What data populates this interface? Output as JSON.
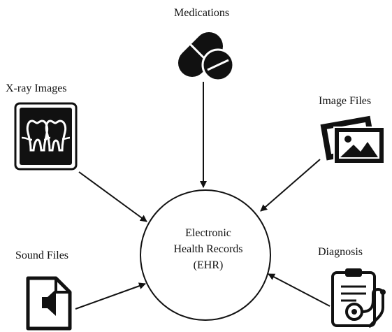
{
  "center": {
    "line1": "Electronic",
    "line2": "Health Records",
    "line3": "(EHR)"
  },
  "sources": [
    {
      "label": "Medications",
      "icon": "pill-icon"
    },
    {
      "label": "X-ray Images",
      "icon": "xray-tooth-icon"
    },
    {
      "label": "Image Files",
      "icon": "image-files-icon"
    },
    {
      "label": "Sound Files",
      "icon": "sound-file-icon"
    },
    {
      "label": "Diagnosis",
      "icon": "diagnosis-clipboard-icon"
    }
  ],
  "colors": {
    "stroke": "#111111",
    "background": "#ffffff"
  }
}
